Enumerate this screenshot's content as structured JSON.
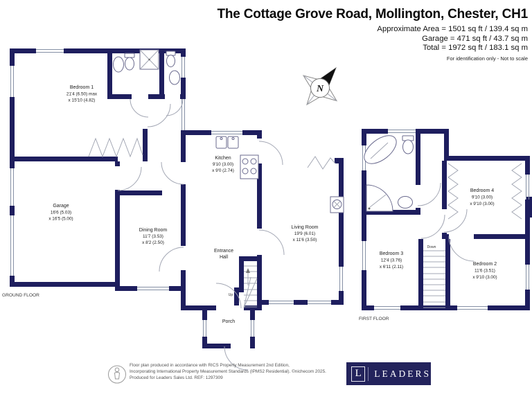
{
  "header": {
    "title": "The Cottage Grove Road, Mollington, Chester, CH1",
    "area_line1": "Approximate Area = 1501 sq ft / 139.4 sq m",
    "area_line2": "Garage = 471 sq ft / 43.7 sq m",
    "area_line3": "Total = 1972 sq ft / 183.1 sq m",
    "note": "For identification only - Not to scale"
  },
  "compass": {
    "north_label": "N"
  },
  "ground_floor": {
    "floor_label": "GROUND FLOOR",
    "stairs_label": "Up",
    "bedroom1": {
      "name": "Bedroom 1",
      "d1": "21'4 (6.50) max",
      "d2": "x 15'10 (4.82)"
    },
    "garage": {
      "name": "Garage",
      "d1": "16'6 (5.03)",
      "d2": "x 16'5 (5.00)"
    },
    "kitchen": {
      "name": "Kitchen",
      "d1": "9'10 (3.00)",
      "d2": "x 9'0 (2.74)"
    },
    "dining_room": {
      "name": "Dining Room",
      "d1": "11'7 (3.53)",
      "d2": "x 8'2 (2.50)"
    },
    "living_room": {
      "name": "Living Room",
      "d1": "19'9 (6.01)",
      "d2": "x 11'6 (3.50)"
    },
    "entrance_hall": {
      "name_line1": "Entrance",
      "name_line2": "Hall"
    },
    "porch": {
      "name": "Porch"
    }
  },
  "first_floor": {
    "floor_label": "FIRST FLOOR",
    "stairs_label": "Down",
    "bedroom2": {
      "name": "Bedroom 2",
      "d1": "11'6 (3.51)",
      "d2": "x 9'10 (3.00)"
    },
    "bedroom3": {
      "name": "Bedroom 3",
      "d1": "12'4 (3.76)",
      "d2": "x 6'11 (2.11)"
    },
    "bedroom4": {
      "name": "Bedroom 4",
      "d1": "9'10 (3.00)",
      "d2": "x 9'10 (3.00)"
    }
  },
  "footer": {
    "line1": "Floor plan produced in accordance with RICS Property Measurement 2nd Edition,",
    "line2": "Incorporating International Property Measurement Standards (IPMS2 Residential).  ©nichecom 2025.",
    "line3": "Produced for Leaders Sales Ltd.   REF: 1297309",
    "logo_letter": "L",
    "logo_text": "LEADERS"
  },
  "colors": {
    "wall": "#1e1e5e",
    "accent_line": "#a3a7b4",
    "logo_bg": "#23235c"
  }
}
